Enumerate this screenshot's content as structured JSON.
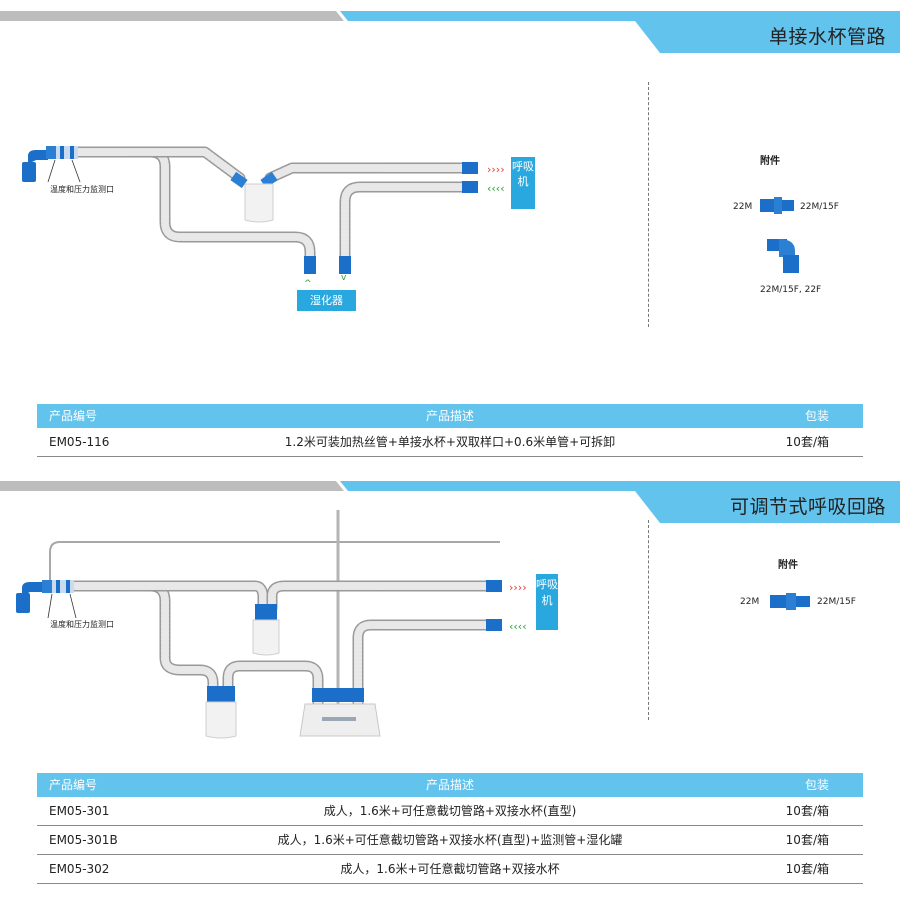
{
  "colors": {
    "brand_blue": "#1c6fc9",
    "accent_cyan": "#62c3ec",
    "band_gray": "#bdbdbd",
    "arrow_red": "#e53935",
    "arrow_green": "#2e9e3b"
  },
  "section1": {
    "title": "单接水杯管路",
    "labels": {
      "monitor_port": "温度和压力监测口",
      "ventilator": "呼吸机",
      "humidifier": "湿化器"
    },
    "accessories": {
      "title": "附件",
      "left": "22M",
      "right": "22M/15F",
      "elbow": "22M/15F, 22F"
    },
    "table": {
      "headers": [
        "产品编号",
        "产品描述",
        "包装"
      ],
      "rows": [
        {
          "code": "EM05-116",
          "desc": "1.2米可装加热丝管+单接水杯+双取样口+0.6米单管+可拆卸",
          "pack": "10套/箱"
        }
      ]
    }
  },
  "section2": {
    "title": "可调节式呼吸回路",
    "labels": {
      "monitor_port": "温度和压力监测口",
      "ventilator": "呼吸机"
    },
    "accessories": {
      "title": "附件",
      "left": "22M",
      "right": "22M/15F"
    },
    "table": {
      "headers": [
        "产品编号",
        "产品描述",
        "包装"
      ],
      "rows": [
        {
          "code": "EM05-301",
          "desc": "成人，1.6米+可任意截切管路+双接水杯(直型)",
          "pack": "10套/箱"
        },
        {
          "code": "EM05-301B",
          "desc": "成人，1.6米+可任意截切管路+双接水杯(直型)+监测管+湿化罐",
          "pack": "10套/箱"
        },
        {
          "code": "EM05-302",
          "desc": "成人，1.6米+可任意截切管路+双接水杯",
          "pack": "10套/箱"
        }
      ]
    }
  }
}
